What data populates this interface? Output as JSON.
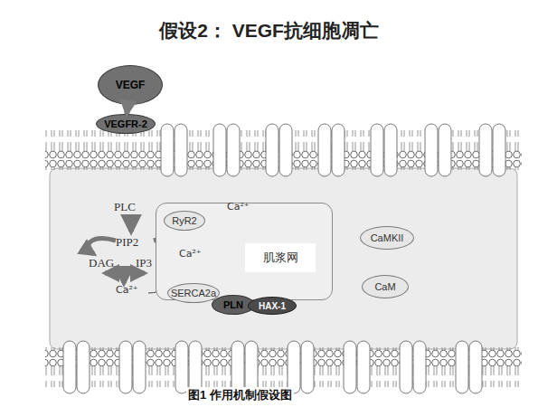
{
  "diagram": {
    "title": "假设2： VEGF抗细胞凋亡",
    "caption": "图1 作用机制假设图",
    "nodes": [
      {
        "text": [
          "VEGF"
        ]
      },
      {
        "text": [
          "VEGFR-2"
        ]
      },
      {
        "text": [
          "肌浆网"
        ]
      },
      {
        "text": [
          "RyR2"
        ],
        "in": 2
      },
      {
        "text": [
          "SERCA2a"
        ],
        "in": 2
      },
      {
        "text": [
          "PLN"
        ]
      },
      {
        "text": [
          "HAX-1"
        ]
      },
      {
        "text": [
          "CaMKII"
        ]
      },
      {
        "text": [
          "CaM"
        ]
      }
    ],
    "edges": [
      {
        "from": 0,
        "to": 1,
        "arrow": "to"
      }
    ],
    "labels": [
      "PLC",
      "PIP2",
      "DAG",
      "IP3",
      "Ca²⁺",
      "Ca²⁺",
      "Ca²⁺"
    ]
  }
}
